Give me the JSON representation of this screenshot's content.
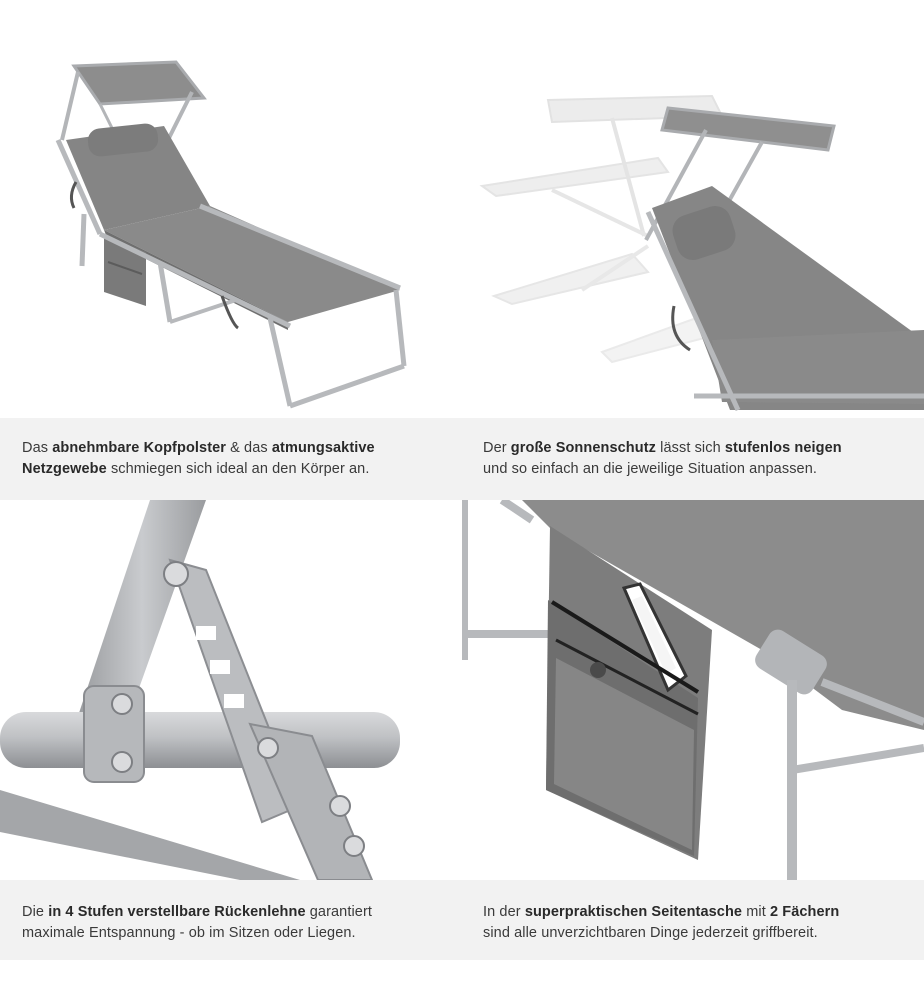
{
  "captions": {
    "top_left": {
      "p1": "Das ",
      "b1": "abnehmbare Kopfpolster",
      "p2": " & das ",
      "b2": "atmungsaktive",
      "b3": "Netzgewebe",
      "p3": " schmiegen sich ideal an den Körper an."
    },
    "top_right": {
      "p1": "Der ",
      "b1": "große Sonnenschutz",
      "p2": " lässt sich ",
      "b2": "stufenlos neigen",
      "p3": "und so einfach an die jeweilige Situation anpassen."
    },
    "bottom_left": {
      "p1": "Die ",
      "b1": "in 4 Stufen verstellbare Rückenlehne",
      "p2": " garantiert",
      "p3": "maximale Entspannung - ob im Sitzen oder Liegen."
    },
    "bottom_right": {
      "p1": "In der ",
      "b1": "superpraktischen Seitentasche",
      "p2": " mit ",
      "b2": "2 Fächern",
      "p3": "sind alle unverzichtbaren Dinge jederzeit griffbereit."
    }
  },
  "colors": {
    "fabric": "#8c8c8c",
    "frame": "#b7b9bc",
    "caption_band": "#f2f2f2",
    "text": "#3a3a3a"
  }
}
